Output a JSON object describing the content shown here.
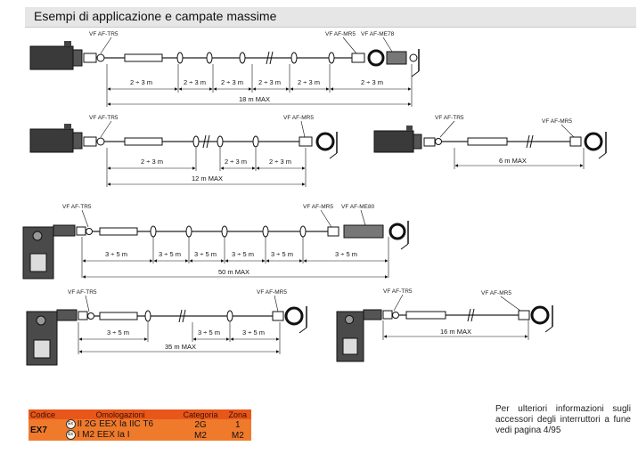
{
  "section_title": "Esempi di applicazione e campate massime",
  "labels": {
    "tr5": "VF AF-TR5",
    "mr5": "VF AF-MR5",
    "me78": "VF AF-ME78",
    "me80": "VF AF-ME80"
  },
  "spans": {
    "s23": "2 ÷ 3 m",
    "s35": "3 ÷ 5 m",
    "max18": "18 m MAX",
    "max12": "12 m MAX",
    "m6": "6 m MAX",
    "max50": "50 m MAX",
    "max35": "35 m MAX",
    "m16": "16 m MAX"
  },
  "table": {
    "headers": [
      "Codice",
      "Omologazioni",
      "Categoria",
      "Zona"
    ],
    "code": "EX7",
    "atex_symbol": "Ex",
    "rows": [
      {
        "approval": "II 2G EEX Ia IIC T6",
        "category": "2G",
        "zone": "1"
      },
      {
        "approval": "I M2 EEX Ia I",
        "category": "M2",
        "zone": "M2"
      }
    ]
  },
  "note": "Per ulteriori informazioni sugli accessori degli interruttori a fune vedi pagina 4/95"
}
